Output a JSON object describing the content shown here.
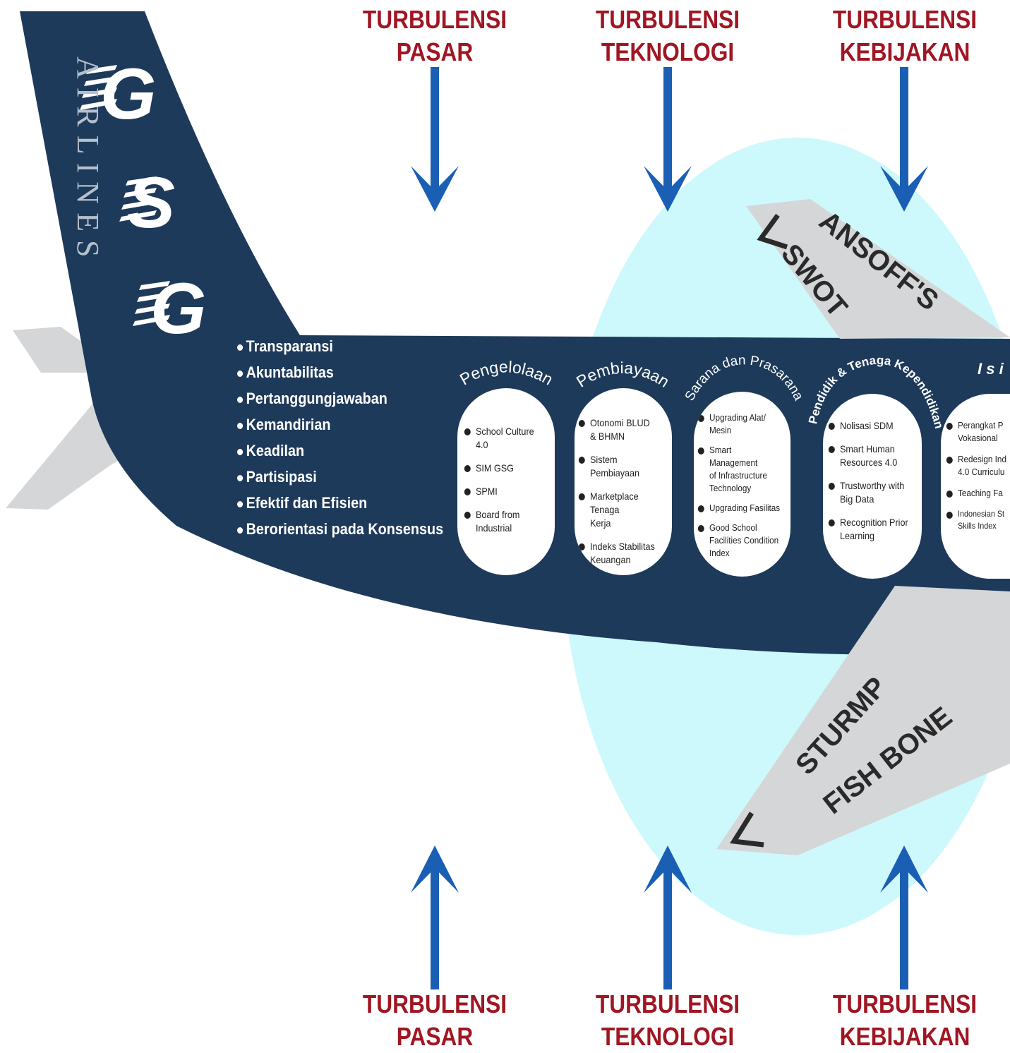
{
  "brand": {
    "letters": [
      "G",
      "S",
      "G"
    ],
    "airlines": "AIRLINES"
  },
  "turbulence": {
    "top": [
      {
        "line1": "TURBULENSI",
        "line2": "PASAR"
      },
      {
        "line1": "TURBULENSI",
        "line2": "TEKNOLOGI"
      },
      {
        "line1": "TURBULENSI",
        "line2": "KEBIJAKAN"
      }
    ],
    "bottom": [
      {
        "line1": "TURBULENSI",
        "line2": "PASAR"
      },
      {
        "line1": "TURBULENSI",
        "line2": "TEKNOLOGI"
      },
      {
        "line1": "TURBULENSI",
        "line2": "KEBIJAKAN"
      }
    ]
  },
  "principles": [
    "Transparansi",
    "Akuntabilitas",
    "Pertanggungjawaban",
    "Kemandirian",
    "Keadilan",
    "Partisipasi",
    "Efektif dan Efisien",
    "Berorientasi pada Konsensus"
  ],
  "windows": [
    {
      "title": "Pengelolaan",
      "items": [
        "School Culture 4.0",
        "SIM GSG",
        "SPMI",
        "Board from\nIndustrial"
      ]
    },
    {
      "title": "Pembiayaan",
      "items": [
        "Otonomi BLUD\n& BHMN",
        "Sistem Pembiayaan",
        "Marketplace Tenaga\nKerja",
        "Indeks Stabilitas\nKeuangan"
      ]
    },
    {
      "title": "Sarana dan Prasarana",
      "items": [
        "Upgrading Alat/\nMesin",
        "Smart Management\nof Infrastructure\nTechnology",
        "Upgrading Fasilitas",
        "Good School\nFacilities Condition\nIndex"
      ]
    },
    {
      "title": "Pendidik & Tenaga Kependidikan",
      "items": [
        "Nolisasi SDM",
        "Smart Human\nResources 4.0",
        "Trustworthy with\nBig Data",
        "Recognition Prior\nLearning"
      ]
    },
    {
      "title": "I s i",
      "items": [
        "Perangkat P\nVokasional",
        "Redesign Ind\n4.0 Curriculu",
        "Teaching Fa",
        "Indonesian St\nSkills Index"
      ]
    }
  ],
  "wings": {
    "upper": {
      "line1": "ANSOFF'S",
      "line2": "SWOT"
    },
    "lower": {
      "line1": "STURMP",
      "line2": "FISH BONE"
    }
  },
  "colors": {
    "fuselage": "#1e3a5a",
    "arrow": "#1a5fb4",
    "turbulence": "#a01622",
    "halo": "#cdf9fc",
    "wing": "#d5d6d8"
  }
}
